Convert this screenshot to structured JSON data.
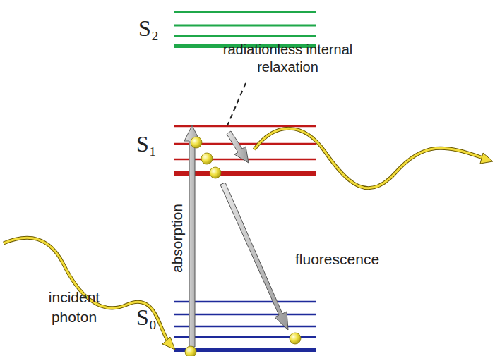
{
  "diagram": {
    "labels": [
      "S₂",
      "radiationless internal relaxation",
      "S₁",
      "absorption",
      "fluorescence",
      "S₀",
      "incident photon"
    ]
  }
}
